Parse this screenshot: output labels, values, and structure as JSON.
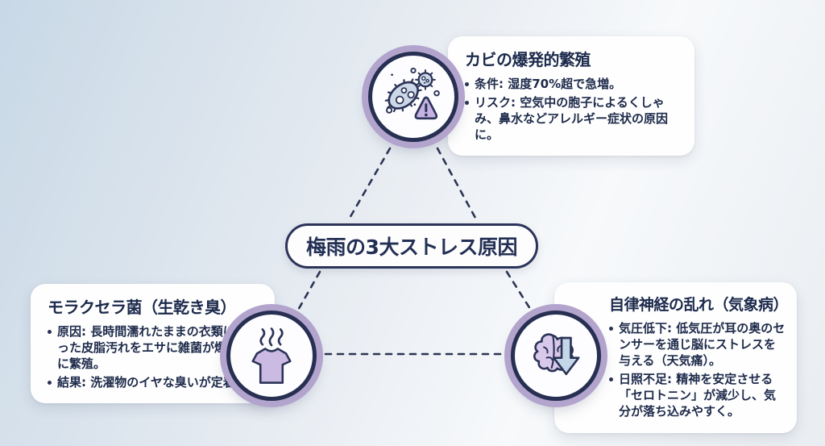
{
  "center": {
    "label": "梅雨の3大ストレス原因"
  },
  "cards": {
    "mold": {
      "title": "カビの爆発的繁殖",
      "icon": "bacteria-warning-icon",
      "bullets": [
        "条件: 湿度70%超で急増。",
        "リスク: 空気中の胞子によるくしゃみ、鼻水などアレルギー症状の原因に。"
      ]
    },
    "moraxella": {
      "title": "モラクセラ菌（生乾き臭）",
      "icon": "shirt-odor-icon",
      "bullets": [
        "原因: 長時間濡れたままの衣類に残った皮脂汚れをエサに雑菌が爆発的に繁殖。",
        "結果: 洗濯物のイヤな臭いが定着。"
      ]
    },
    "autonomic": {
      "title": "自律神経の乱れ（気象病）",
      "icon": "brain-down-arrow-icon",
      "bullets": [
        "気圧低下: 低気圧が耳の奥のセンサーを通じ脳にストレスを与える（天気痛）。",
        "日照不足: 精神を安定させる「セロトニン」が減少し、気分が落ち込みやすく。"
      ]
    }
  },
  "colors": {
    "navy": "#2b3357",
    "lavender_ring": "#b2a4cd",
    "light_purple_fill": "#cbbae2",
    "pale_blue_fill": "#c3d7e9",
    "microbe_fill": "#ccd7e8",
    "text": "#1d2a4a",
    "card_bg": "#ffffff"
  }
}
